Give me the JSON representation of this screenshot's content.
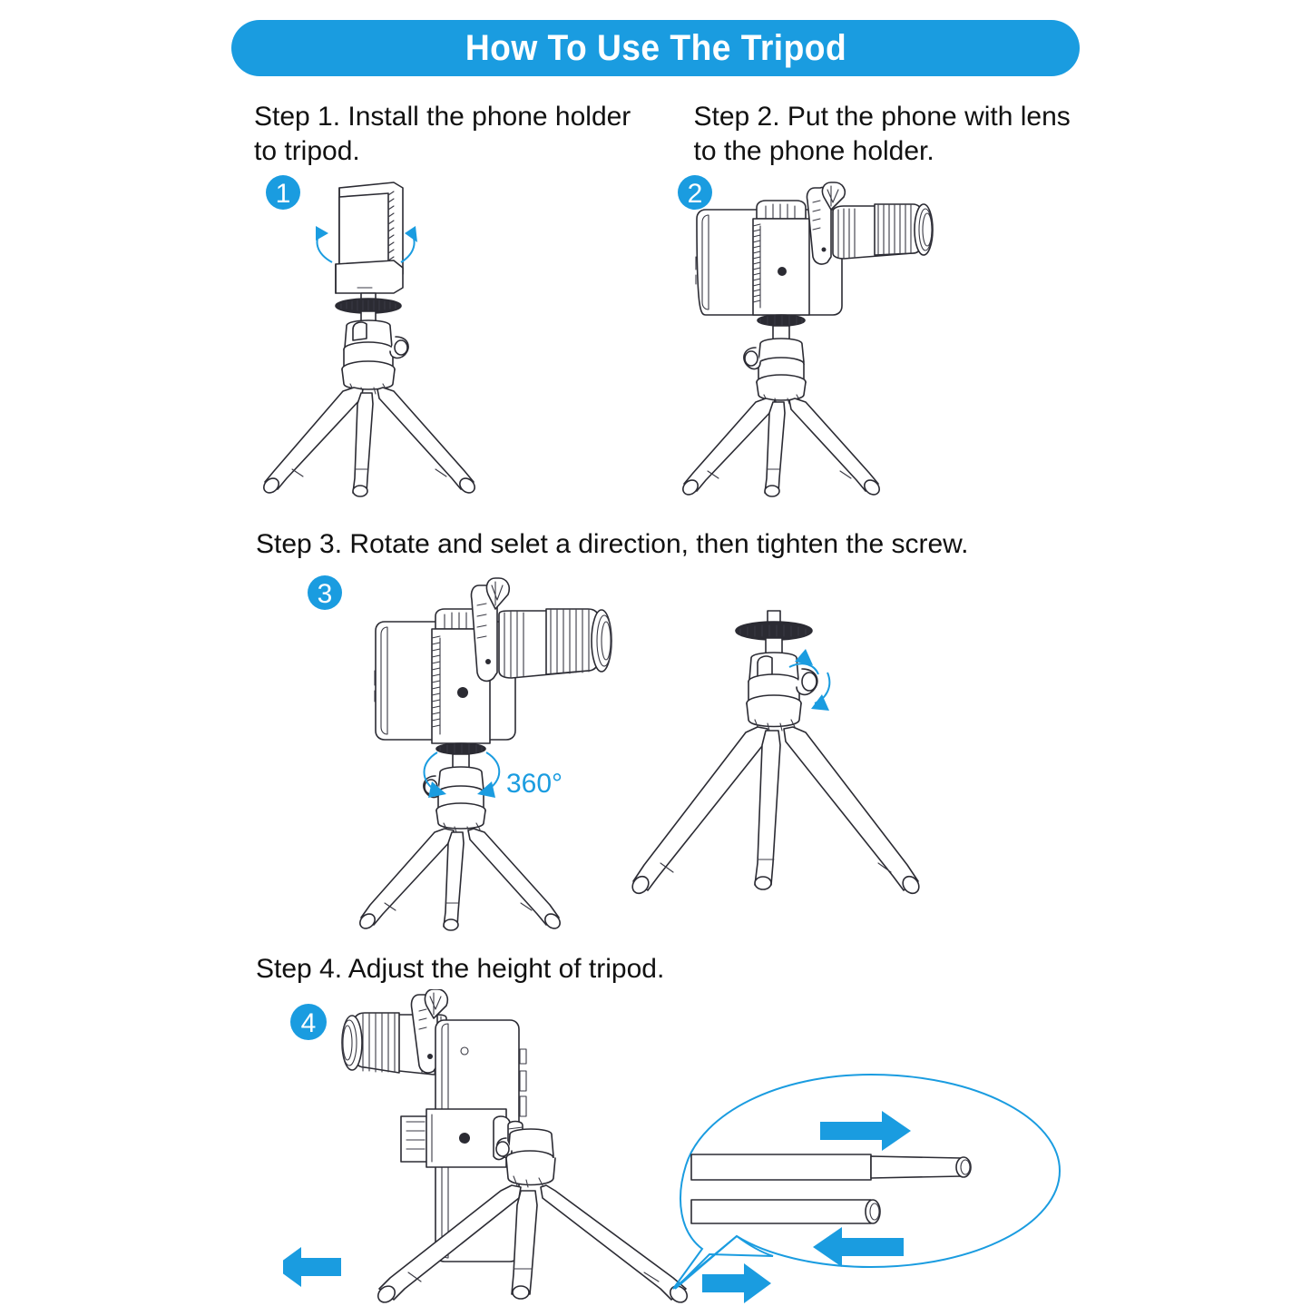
{
  "header": {
    "title": "How To Use The Tripod",
    "pill_color": "#1a9ce0",
    "text_color": "#ffffff"
  },
  "theme": {
    "accent": "#1a9ce0",
    "line_color": "#2b2b33",
    "background": "#ffffff"
  },
  "steps": [
    {
      "badge": "1",
      "text": "Step 1. Install the phone holder\nto tripod.",
      "figure": "tripod-with-phone-holder",
      "annotations": []
    },
    {
      "badge": "2",
      "text": "Step 2. Put the phone with lens\nto the phone holder.",
      "figure": "tripod-phone-lens-mounted",
      "annotations": []
    },
    {
      "badge": "3",
      "text": "Step 3. Rotate and selet a direction, then tighten the screw.",
      "figure": "rotate-assembly-and-tighten-screw",
      "annotations": [
        "360°"
      ]
    },
    {
      "badge": "4",
      "text": "Step 4. Adjust the height of tripod.",
      "figure": "extend-tripod-legs",
      "annotations": []
    }
  ],
  "labels": {
    "rotation_degrees": "360°"
  }
}
